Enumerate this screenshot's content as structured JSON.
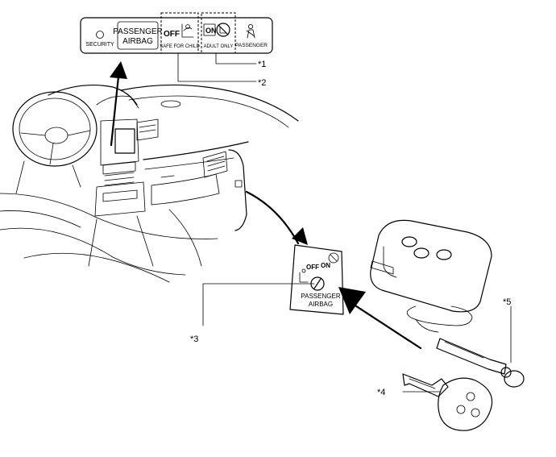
{
  "indicator_panel": {
    "security_label": "SECURITY",
    "passenger_airbag_line1": "PASSENGER",
    "passenger_airbag_line2": "AIRBAG",
    "off_label": "OFF",
    "safe_for_child_label": "SAFE FOR CHILD",
    "on_label": "ON",
    "adult_only_label": "ADULT ONLY",
    "passenger_label": "PASSENGER"
  },
  "switch_plate": {
    "off_label": "OFF",
    "on_label": "ON",
    "passenger_label": "PASSENGER",
    "airbag_label": "AIRBAG"
  },
  "callouts": [
    "*1",
    "*2",
    "*3",
    "*4",
    "*5"
  ]
}
